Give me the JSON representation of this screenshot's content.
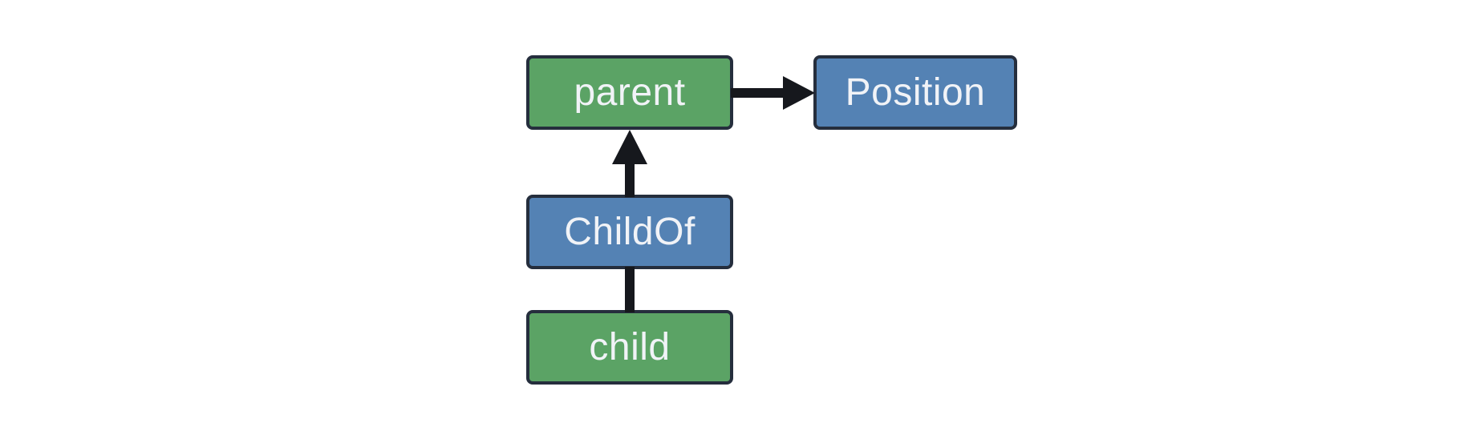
{
  "diagram": {
    "type": "entity-relationship-graph",
    "colors": {
      "entity_fill": "#5ba365",
      "component_fill": "#5482b4",
      "node_border": "#252e3d",
      "node_text": "#f1f3f7",
      "connector": "#16181d",
      "canvas_bg": "#ffffff"
    },
    "nodes": [
      {
        "id": "parent",
        "label": "parent",
        "kind": "entity",
        "fill": "green"
      },
      {
        "id": "Position",
        "label": "Position",
        "kind": "component",
        "fill": "blue"
      },
      {
        "id": "ChildOf",
        "label": "ChildOf",
        "kind": "component",
        "fill": "blue"
      },
      {
        "id": "child",
        "label": "child",
        "kind": "entity",
        "fill": "green"
      }
    ],
    "edges": [
      {
        "from": "parent",
        "to": "Position",
        "style": "arrow",
        "direction": "right"
      },
      {
        "from": "ChildOf",
        "to": "parent",
        "style": "arrow",
        "direction": "up"
      },
      {
        "from": "child",
        "to": "ChildOf",
        "style": "line",
        "direction": "up"
      }
    ]
  }
}
